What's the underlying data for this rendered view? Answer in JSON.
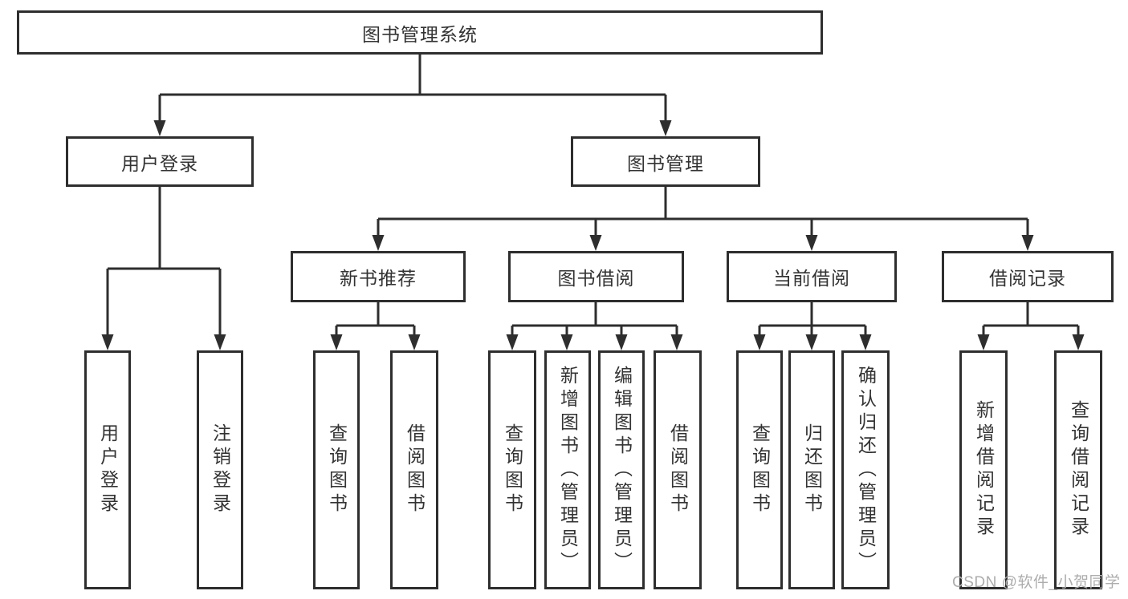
{
  "colors": {
    "line": "#2e2e2e",
    "text": "#333333",
    "watermark": "#adadad",
    "background": "#ffffff"
  },
  "watermark": "CSDN @软件_小贺同学",
  "tree": {
    "label": "图书管理系统",
    "children": [
      {
        "label": "用户登录",
        "children": [
          {
            "label": "用户登录"
          },
          {
            "label": "注销登录"
          }
        ]
      },
      {
        "label": "图书管理",
        "children": [
          {
            "label": "新书推荐",
            "children": [
              {
                "label": "查询图书"
              },
              {
                "label": "借阅图书"
              }
            ]
          },
          {
            "label": "图书借阅",
            "children": [
              {
                "label": "查询图书"
              },
              {
                "label": "新增图书（管理员）"
              },
              {
                "label": "编辑图书（管理员）"
              },
              {
                "label": "借阅图书"
              }
            ]
          },
          {
            "label": "当前借阅",
            "children": [
              {
                "label": "查询图书"
              },
              {
                "label": "归还图书"
              },
              {
                "label": "确认归还（管理员）"
              }
            ]
          },
          {
            "label": "借阅记录",
            "children": [
              {
                "label": "新增借阅记录"
              },
              {
                "label": "查询借阅记录"
              }
            ]
          }
        ]
      }
    ]
  }
}
